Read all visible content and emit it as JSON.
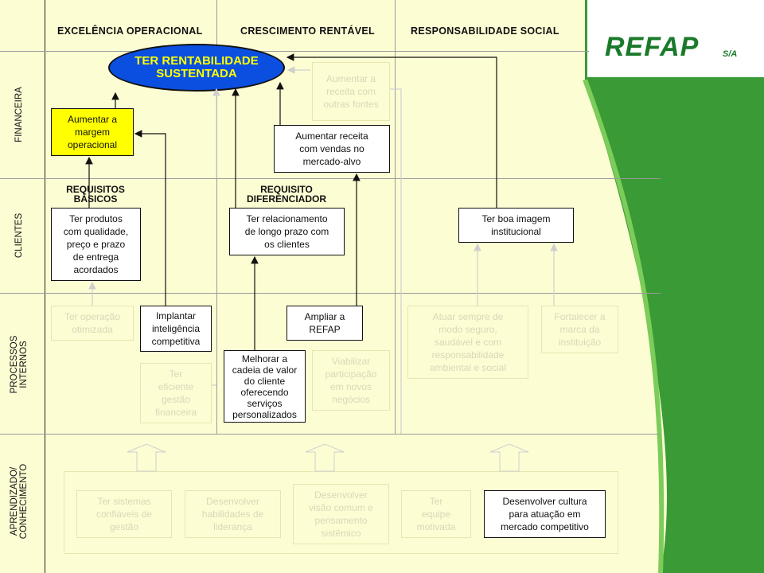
{
  "columns": [
    "EXCELÊNCIA  OPERACIONAL",
    "CRESCIMENTO  RENTÁVEL",
    "RESPONSABILIDADE  SOCIAL"
  ],
  "rows": {
    "financeira": "FINANCEIRA",
    "clientes": "CLIENTES",
    "processos": "PROCESSOS\nINTERNOS",
    "aprendizado": "APRENDIZADO/\nCONHECIMENTO"
  },
  "logo": {
    "text": "REFAP",
    "suffix": "S/A",
    "color": "#1a7a2a"
  },
  "goal": "TER RENTABILIDADE\nSUSTENTADA",
  "financeira": {
    "margem": "Aumentar a\nmargem\noperacional",
    "outras_fontes": "Aumentar a\nreceita com\noutras fontes",
    "vendas": "Aumentar receita\ncom vendas  no\nmercado-alvo"
  },
  "clientes": {
    "req_basicos": "REQUISITOS\nBÁSICOS",
    "req_diferenciador": "REQUISITO\nDIFERENCIADOR",
    "produtos": "Ter produtos\ncom qualidade,\npreço e prazo\nde entrega\nacordados",
    "relacionamento": "Ter relacionamento\nde longo prazo com\nos clientes",
    "imagem": "Ter boa imagem\ninstitucional"
  },
  "processos": {
    "operacao": "Ter operação\notimizada",
    "inteligencia": "Implantar\ninteligência\ncompetitiva",
    "gestao_fin": "Ter\neficiente\ngestão\nfinanceira",
    "cadeia": "Melhorar  a\ncadeia de valor\ndo cliente\noferecendo\nserviços\npersonalizados",
    "ampliar": "Ampliar a\nREFAP",
    "viabilizar": "Viabilizar\nparticipação\nem novos\nnegócios",
    "seguro": "Atuar sempre de\nmodo seguro,\nsaudável  e com\nresponsabilidade\nambiental  e social",
    "marca": "Fortalecer  a\nmarca da\ninstituição"
  },
  "aprendizado": {
    "sistemas": "Ter  sistemas\nconfiáveis  de\ngestão",
    "lideranca": "Desenvolver\nhabilidades  de\nliderança",
    "visao": "Desenvolver\nvisão  comum  e\npensamento\nsistêmico",
    "equipe": "Ter\nequipe\nmotivada",
    "cultura": "Desenvolver  cultura\npara atuação  em\nmercado competitivo"
  },
  "colors": {
    "background": "#fdfdd4",
    "goal_fill": "#0a4fe0",
    "goal_text": "#ffff00",
    "highlight": "#ffff00",
    "green": "#3a9a35"
  }
}
